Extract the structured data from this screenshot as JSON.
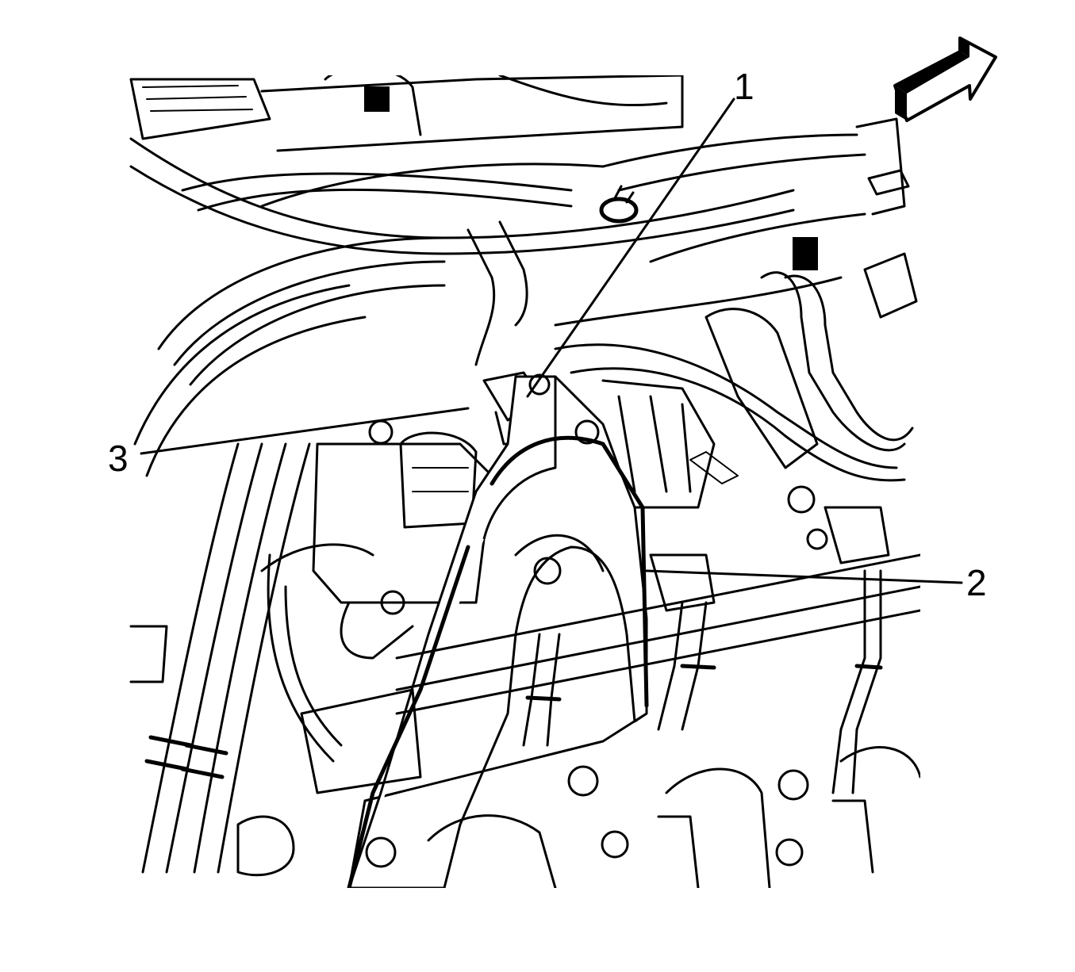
{
  "figure": {
    "type": "technical line-art illustration",
    "subject": "engine compartment — bracket with fastener and harness clip",
    "colors": {
      "line": "#000000",
      "background": "#ffffff"
    }
  },
  "callouts": [
    {
      "id": "1",
      "label": "1",
      "target": "fastener/nut at top of bracket"
    },
    {
      "id": "2",
      "label": "2",
      "target": "bracket"
    },
    {
      "id": "3",
      "label": "3",
      "target": "harness clip on bracket"
    }
  ],
  "orientation_arrow": {
    "icon": "front-direction-arrow",
    "direction": "up-right"
  }
}
